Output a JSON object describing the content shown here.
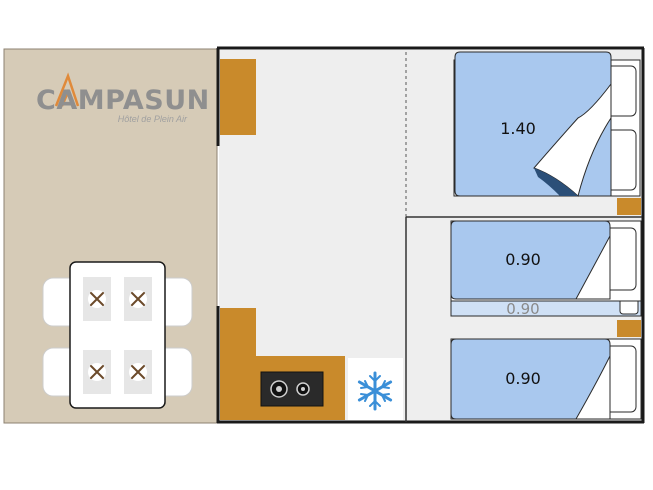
{
  "logo": {
    "brand": "CAMPASUN",
    "tagline": "Hôtel de Plein Air"
  },
  "beds": {
    "double": "1.40",
    "single_upper": "0.90",
    "single_pullout": "0.90",
    "single_lower": "0.90"
  },
  "icons": {
    "fridge": "snowflake-icon",
    "hob": "cooktop-icon",
    "cutlery": "cutlery-icon"
  },
  "colors": {
    "terrace": "#d6cbb7",
    "wall": "#1a1a1a",
    "cabinet": "#c98a2b",
    "floor": "#eeeeee",
    "mattress": "#a9c8ee",
    "mattress_border": "#2a2a2a",
    "snowflake": "#3a8fd8",
    "logo_grey": "#8f8f8f",
    "logo_orange": "#e08a3a"
  }
}
